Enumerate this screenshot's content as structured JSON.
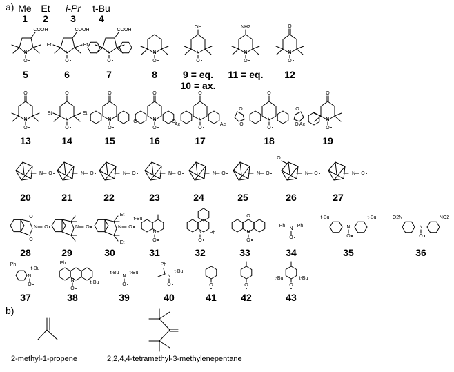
{
  "panel_a_label": "a)",
  "panel_b_label": "b)",
  "substituents": [
    {
      "abbr": "Me",
      "num": "1"
    },
    {
      "abbr": "Et",
      "num": "2"
    },
    {
      "abbr": "i-Pr",
      "num": "3"
    },
    {
      "abbr": "t-Bu",
      "num": "4"
    }
  ],
  "structures": [
    {
      "num": "5",
      "kind": "pyrrolidine",
      "top": "COOH",
      "alkyl": ""
    },
    {
      "num": "6",
      "kind": "pyrrolidine",
      "top": "COOH",
      "alkyl": "Et"
    },
    {
      "num": "7",
      "kind": "pyrrolidine-spiro",
      "top": "COOH",
      "alkyl": ""
    },
    {
      "num": "8",
      "kind": "piperidine",
      "top": "",
      "alkyl": ""
    },
    {
      "num": "9",
      "extra": "= eq.",
      "num2": "10",
      "extra2": "= ax.",
      "kind": "piperidine",
      "top": "OH",
      "alkyl": ""
    },
    {
      "num": "11",
      "extra": "= eq.",
      "kind": "piperidine",
      "top": "NH2",
      "alkyl": ""
    },
    {
      "num": "12",
      "kind": "piperidine",
      "top": "O",
      "alkyl": ""
    },
    {
      "num": "13",
      "kind": "piperidine",
      "top": "O",
      "alkyl": ""
    },
    {
      "num": "14",
      "kind": "piperidine",
      "top": "O",
      "alkyl": "Et"
    },
    {
      "num": "15",
      "kind": "piperidine-spiro",
      "top": "O",
      "alkyl": ""
    },
    {
      "num": "16",
      "kind": "piperidine-spiro-oxa",
      "top": "O",
      "alkyl": ""
    },
    {
      "num": "17",
      "kind": "piperidine-spiro-ac",
      "top": "O",
      "alkyl": "Ac"
    },
    {
      "num": "18",
      "kind": "piperidine-spiro-ketal",
      "top": "O",
      "alkyl": ""
    },
    {
      "num": "19",
      "kind": "piperidine-ac",
      "top": "O",
      "alkyl": "Ac"
    },
    {
      "num": "20",
      "kind": "cage",
      "top": "",
      "alkyl": ""
    },
    {
      "num": "21",
      "kind": "cage",
      "top": "",
      "alkyl": ""
    },
    {
      "num": "22",
      "kind": "cage",
      "top": "",
      "alkyl": ""
    },
    {
      "num": "23",
      "kind": "cage",
      "top": "",
      "alkyl": ""
    },
    {
      "num": "24",
      "kind": "cage",
      "top": "",
      "alkyl": ""
    },
    {
      "num": "25",
      "kind": "cage",
      "top": "",
      "alkyl": ""
    },
    {
      "num": "26",
      "kind": "cage-keto",
      "top": "O",
      "alkyl": ""
    },
    {
      "num": "27",
      "kind": "cage",
      "top": "",
      "alkyl": ""
    },
    {
      "num": "28",
      "kind": "phthalimide",
      "top": "",
      "alkyl": ""
    },
    {
      "num": "29",
      "kind": "isoindoline",
      "top": "",
      "alkyl": ""
    },
    {
      "num": "30",
      "kind": "isoindoline",
      "top": "",
      "alkyl": "Et"
    },
    {
      "num": "31",
      "kind": "quinoline",
      "top": "",
      "alkyl": "t-Bu"
    },
    {
      "num": "32",
      "kind": "phenanthridine",
      "top": "",
      "alkyl": "Ph"
    },
    {
      "num": "33",
      "kind": "phenoxazine",
      "top": "O",
      "alkyl": ""
    },
    {
      "num": "34",
      "kind": "diaryl",
      "top": "",
      "alkyl": "Ph"
    },
    {
      "num": "35",
      "kind": "diaryl-para",
      "top": "",
      "alkyl": "t-Bu"
    },
    {
      "num": "36",
      "kind": "diaryl-para",
      "top": "",
      "alkyl": "O2N"
    },
    {
      "num": "37",
      "kind": "aryl-alkyl",
      "top": "Ph",
      "alkyl": "t-Bu"
    },
    {
      "num": "38",
      "kind": "anthryl",
      "top": "Ph",
      "alkyl": "t-Bu"
    },
    {
      "num": "39",
      "kind": "dialkyl",
      "top": "",
      "alkyl": "t-Bu"
    },
    {
      "num": "40",
      "kind": "benzyl",
      "top": "Ph",
      "alkyl": "t-Bu"
    },
    {
      "num": "41",
      "kind": "phenoxyl",
      "top": "",
      "alkyl": ""
    },
    {
      "num": "42",
      "kind": "phenoxyl-para",
      "top": "",
      "alkyl": ""
    },
    {
      "num": "43",
      "kind": "phenoxyl-tbu",
      "top": "",
      "alkyl": "t-Bu"
    }
  ],
  "atom_labels": {
    "n": "N",
    "o": "O",
    "cooh": "COOH",
    "oh": "OH",
    "nh2": "NH2",
    "et": "Et",
    "ac": "Ac",
    "ph": "Ph",
    "tbu": "t-Bu",
    "no2": "NO2",
    "o2n": "O2N"
  },
  "panel_b": [
    {
      "name": "2-methyl-1-propene"
    },
    {
      "name": "2,2,4,4-tetramethyl-3-methylenepentane"
    }
  ]
}
